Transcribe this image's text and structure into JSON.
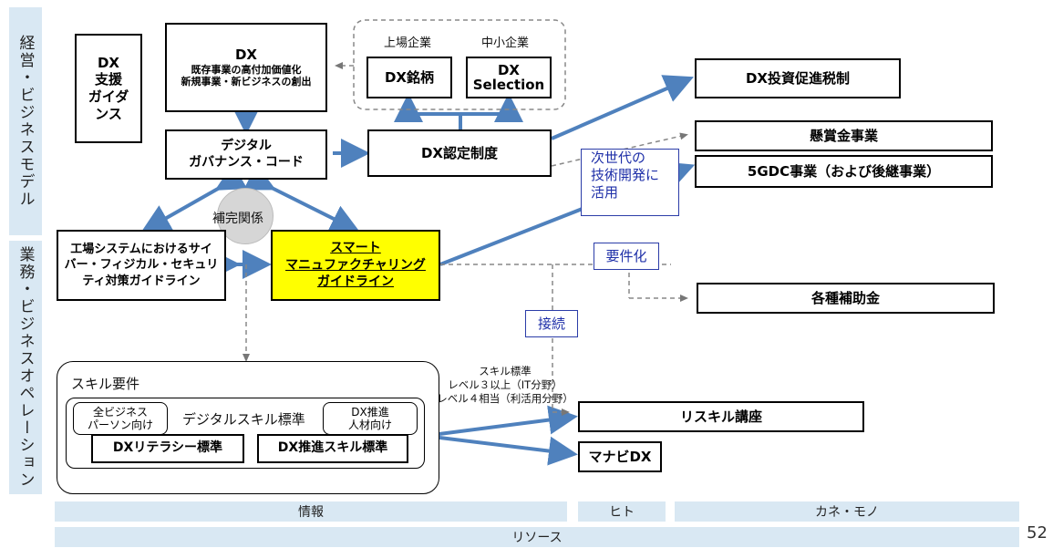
{
  "side": {
    "top": "経営・ビジネスモデル",
    "bottom": "業務・ビジネスオペレーション"
  },
  "boxes": {
    "dx_guidance": [
      "DX",
      "支援",
      "ガイダ",
      "ンス"
    ],
    "dx_top": {
      "title": "DX",
      "line1": "既存事業の高付加価値化",
      "line2": "新規事業・新ビジネスの創出"
    },
    "listed_label": "上場企業",
    "sme_label": "中小企業",
    "dx_brand": "DX銘柄",
    "dx_selection": [
      "DX",
      "Selection"
    ],
    "digital_governance": [
      "デジタル",
      "ガバナンス・コード"
    ],
    "dx_certification": "DX認定制度",
    "dx_tax": "DX投資促進税制",
    "prize": "懸賞金事業",
    "gdc": "5GDC事業（および後継事業）",
    "subsidy": "各種補助金",
    "complement": "補完関係",
    "factory": [
      "工場システムにおけるサイ",
      "バー・フィジカル・セキュリ",
      "ティ対策ガイドライン"
    ],
    "smart": [
      "スマート",
      "マニュファクチャリング",
      "ガイドライン"
    ],
    "next_gen": [
      "次世代の",
      "技術開発に",
      "活用"
    ],
    "requirement": "要件化",
    "connect": "接続",
    "skill_req": "スキル要件",
    "all_biz": [
      "全ビジネス",
      "パーソン向け"
    ],
    "digital_skill": "デジタルスキル標準",
    "dx_promo": [
      "DX推進",
      "人材向け"
    ],
    "dx_literacy": "DXリテラシー標準",
    "dx_promo_skill": "DX推進スキル標準",
    "skill_std_note": [
      "スキル標準",
      "レベル３以上（IT分野）",
      "レベル４相当（利活用分野）"
    ],
    "reskill": "リスキル講座",
    "manabi": "マナビDX"
  },
  "bars": {
    "info": "情報",
    "hito": "ヒト",
    "kane": "カネ・モノ",
    "resource": "リソース"
  },
  "page_number": "52",
  "colors": {
    "arrow_blue": "#4f81bd",
    "highlight": "#ffff00",
    "side_bg": "#d9e8f3",
    "label_blue": "#1e2fa8"
  }
}
